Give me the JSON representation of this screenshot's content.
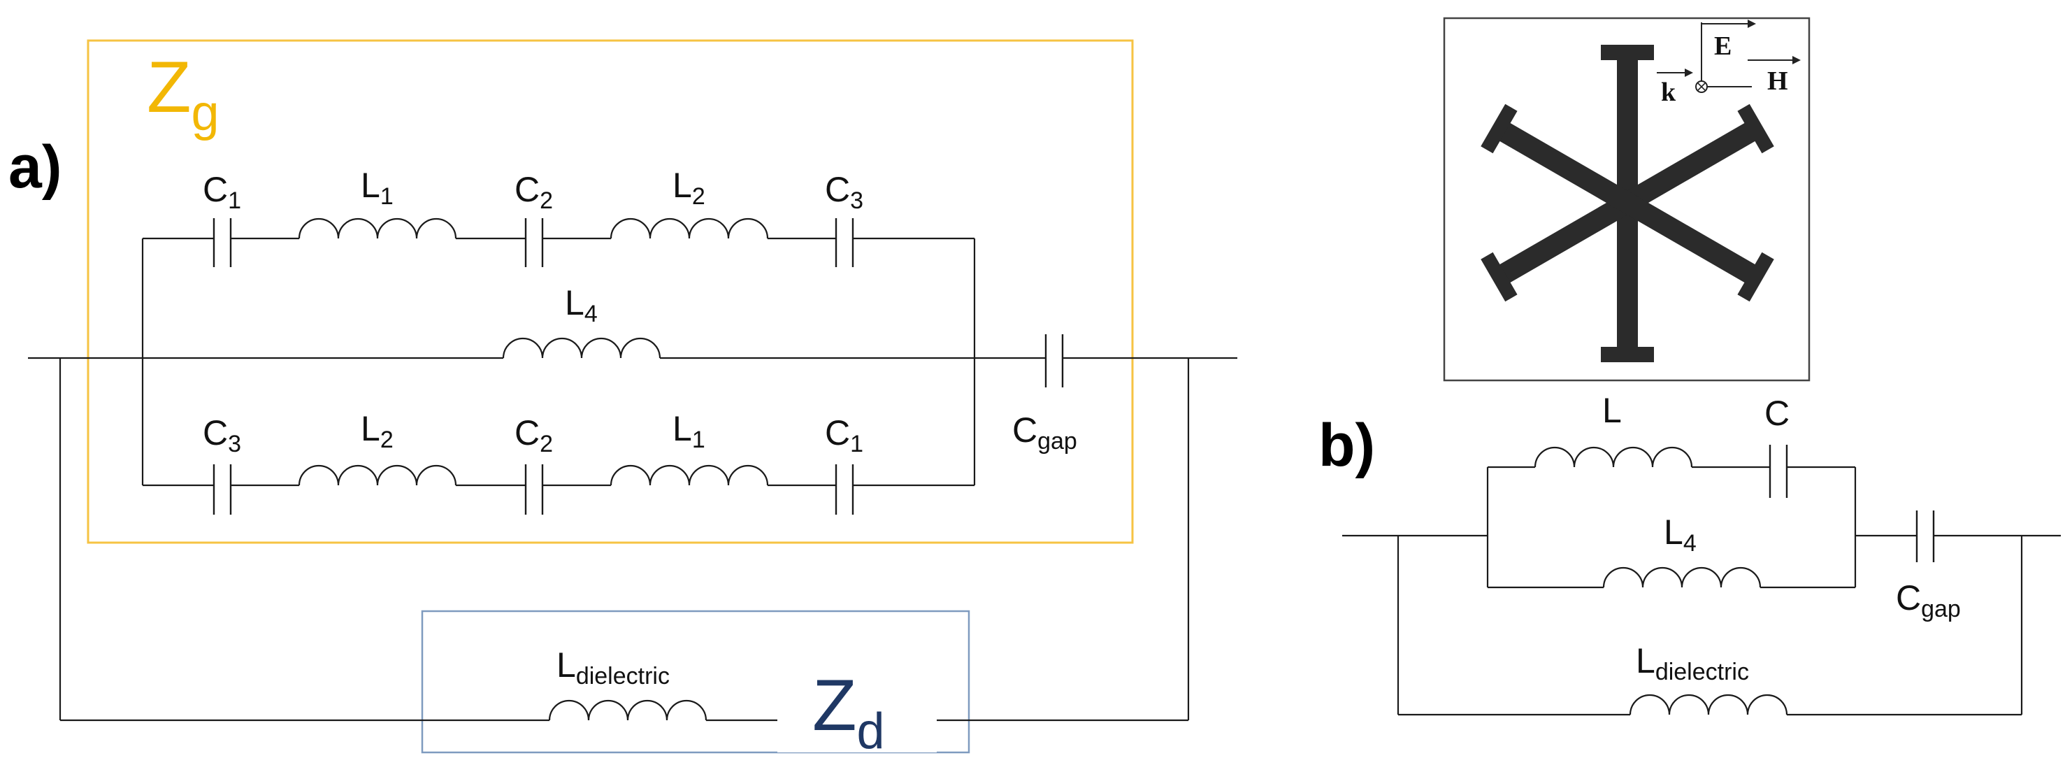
{
  "colors": {
    "zg_box": "#f6c343",
    "zg_text": "#f2b705",
    "zd_box": "#7f9bbf",
    "zd_text": "#1f3864",
    "wire": "#1a1a1a",
    "meta_atom": "#2b2b2b"
  },
  "panels": {
    "a": "a)",
    "b": "b)"
  },
  "impedance_labels": {
    "zg": {
      "main": "Z",
      "sub": "g"
    },
    "zd": {
      "main": "Z",
      "sub": "d"
    }
  },
  "circuit_a": {
    "top_branch": [
      {
        "main": "C",
        "sub": "1"
      },
      {
        "main": "L",
        "sub": "1"
      },
      {
        "main": "C",
        "sub": "2"
      },
      {
        "main": "L",
        "sub": "2"
      },
      {
        "main": "C",
        "sub": "3"
      }
    ],
    "middle_branch": {
      "main": "L",
      "sub": "4"
    },
    "bottom_branch": [
      {
        "main": "C",
        "sub": "3"
      },
      {
        "main": "L",
        "sub": "2"
      },
      {
        "main": "C",
        "sub": "2"
      },
      {
        "main": "L",
        "sub": "1"
      },
      {
        "main": "C",
        "sub": "1"
      }
    ],
    "gap": {
      "main": "C",
      "sub": "gap"
    },
    "dielectric": {
      "main": "L",
      "sub": "dielectric"
    }
  },
  "circuit_b": {
    "L": "L",
    "C": "C",
    "L4": {
      "main": "L",
      "sub": "4"
    },
    "gap": {
      "main": "C",
      "sub": "gap"
    },
    "dielectric": {
      "main": "L",
      "sub": "dielectric"
    }
  },
  "unit_cell": {
    "E": "E",
    "H": "H",
    "k": "k"
  }
}
